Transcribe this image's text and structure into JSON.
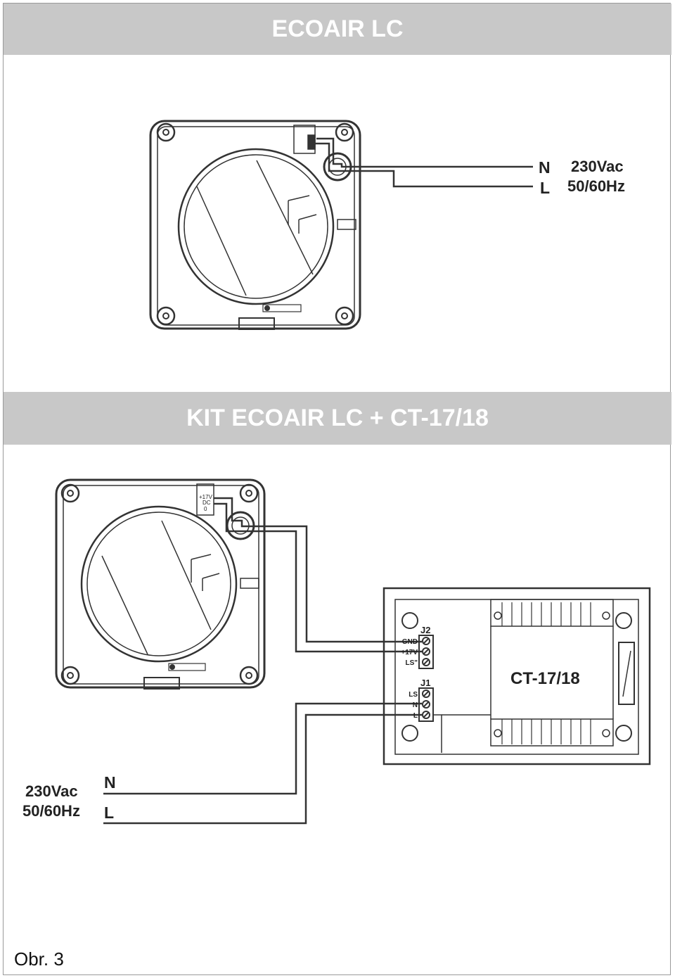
{
  "titles": {
    "top": "ECOAIR LC",
    "bottom": "KIT ECOAIR LC + CT-17/18"
  },
  "diagram_top": {
    "terminal_n": "N",
    "terminal_l": "L",
    "voltage": "230Vac",
    "frequency": "50/60Hz"
  },
  "diagram_bottom": {
    "fan_label_line1": "+17V",
    "fan_label_line2": "DC",
    "fan_label_line3": "0",
    "j2_label": "J2",
    "j2_pins": [
      "GND",
      "+17V",
      "LS\""
    ],
    "j1_label": "J1",
    "j1_pins": [
      "LS",
      "N",
      "L"
    ],
    "transformer_label": "CT-17/18",
    "terminal_n": "N",
    "terminal_l": "L",
    "voltage": "230Vac",
    "frequency": "50/60Hz"
  },
  "caption": "Obr. 3"
}
